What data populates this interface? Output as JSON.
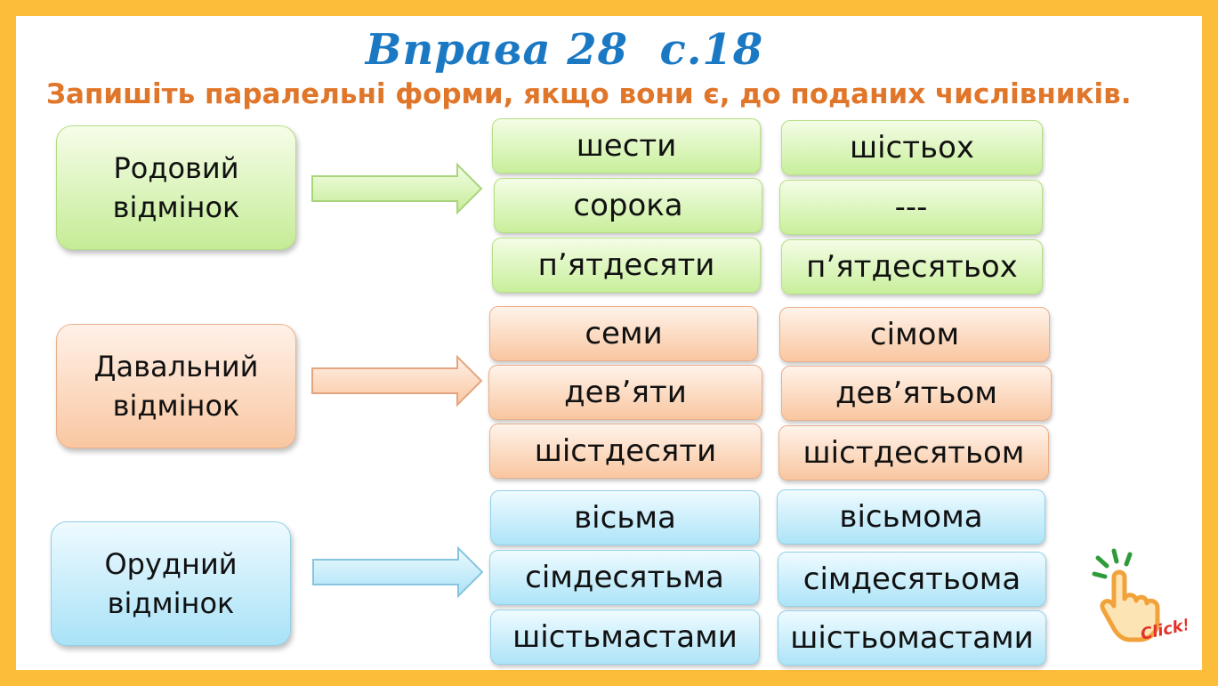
{
  "title": "Вправа 28  с.18",
  "instruction": "Запишіть паралельні форми, якщо вони є, до поданих числівників.",
  "cases": [
    {
      "label": "Родовий\nвідмінок",
      "left": [
        "шести",
        "сорока",
        "п’ятдесяти"
      ],
      "right": [
        "шістьох",
        "---",
        "п’ятдесятьох"
      ]
    },
    {
      "label": "Давальний\nвідмінок",
      "left": [
        "семи",
        "дев’яти",
        "шістдесяти"
      ],
      "right": [
        "сімом",
        "дев’ятьом",
        "шістдесятьом"
      ]
    },
    {
      "label": "Орудний\nвідмінок",
      "left": [
        "вісьма",
        "сімдесятьма",
        "шістьмастами"
      ],
      "right": [
        "вісьмома",
        "сімдесятьома",
        "шістьомастами"
      ]
    }
  ],
  "click_icon": {
    "label": "Click!",
    "icon": "pointing-hand-icon"
  },
  "colors": {
    "frame": "#fcbd3a",
    "title": "#1b79c4",
    "instruction": "#e0762a",
    "green": "#c5ec96",
    "orange": "#f9c7a1",
    "blue": "#a9e2f7"
  }
}
